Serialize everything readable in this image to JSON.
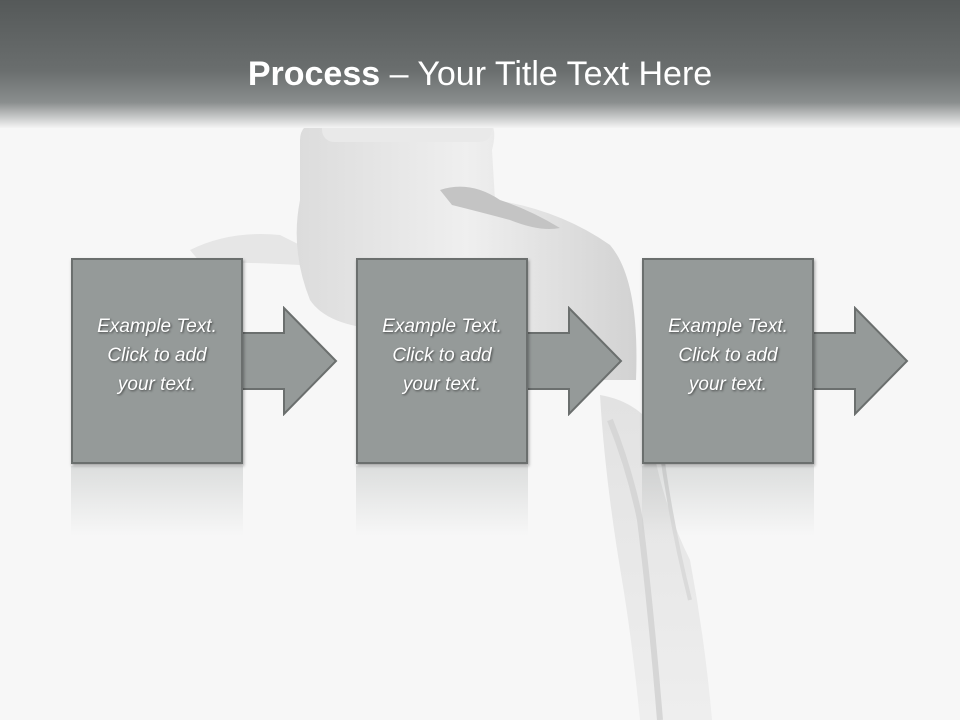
{
  "title": {
    "bold": "Process",
    "rest": " – Your Title Text Here"
  },
  "steps": [
    {
      "text": "Example Text.\nClick  to add\nyour text."
    },
    {
      "text": "Example Text.\nClick  to add\nyour text."
    },
    {
      "text": "Example Text.\nClick  to add\nyour text."
    }
  ],
  "colors": {
    "header": "#555959",
    "box_fill": "#959a99",
    "box_border": "#6b6f6e",
    "background": "#f7f7f7"
  },
  "icons": [
    "faucet-illustration",
    "right-arrow-icon"
  ]
}
